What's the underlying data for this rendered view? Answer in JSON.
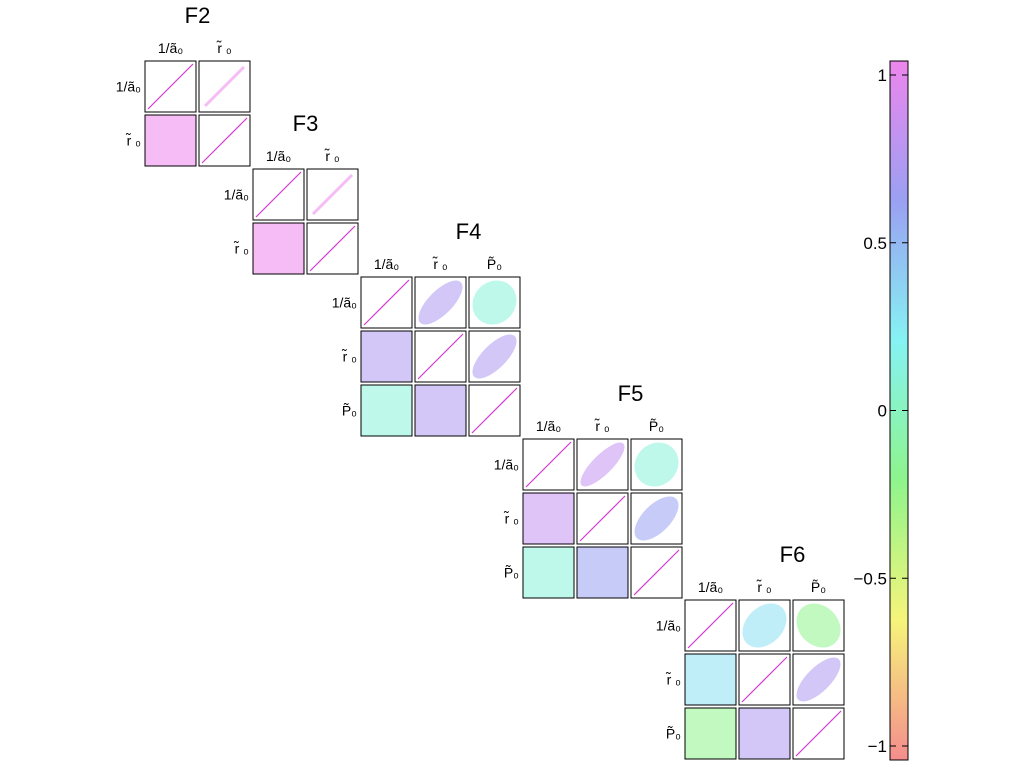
{
  "chart_data": {
    "type": "heatmap",
    "description_free": true,
    "colorbar": {
      "ticks": [
        "1",
        "0.5",
        "0",
        "−0.5",
        "−1"
      ],
      "tick_values": [
        1,
        0.5,
        0,
        -0.5,
        -1
      ],
      "range": [
        -1,
        1
      ],
      "colors": [
        "#f48d8d",
        "#f6f47a",
        "#8ef48c",
        "#86f2f3",
        "#9aa0f2",
        "#ed86ed"
      ]
    },
    "matrices": [
      {
        "title": "F2",
        "labels": [
          "1/ã₀",
          "r̃ ₀"
        ],
        "correlations": [
          [
            1,
            1.0
          ],
          [
            1.0,
            1
          ]
        ]
      },
      {
        "title": "F3",
        "labels": [
          "1/ã₀",
          "r̃ ₀"
        ],
        "correlations": [
          [
            1,
            1.0
          ],
          [
            1.0,
            1
          ]
        ]
      },
      {
        "title": "F4",
        "labels": [
          "1/ã₀",
          "r̃ ₀",
          "P̃₀"
        ],
        "correlations": [
          [
            1,
            0.7,
            0.1
          ],
          [
            0.7,
            1,
            0.7
          ],
          [
            0.1,
            0.7,
            1
          ]
        ]
      },
      {
        "title": "F5",
        "labels": [
          "1/ã₀",
          "r̃ ₀",
          "P̃₀"
        ],
        "correlations": [
          [
            1,
            0.8,
            0.1
          ],
          [
            0.8,
            1,
            0.6
          ],
          [
            0.1,
            0.6,
            1
          ]
        ]
      },
      {
        "title": "F6",
        "labels": [
          "1/ã₀",
          "r̃ ₀",
          "P̃₀"
        ],
        "correlations": [
          [
            1,
            0.3,
            -0.2
          ],
          [
            0.3,
            1,
            0.7
          ],
          [
            -0.2,
            0.7,
            1
          ]
        ]
      }
    ]
  }
}
